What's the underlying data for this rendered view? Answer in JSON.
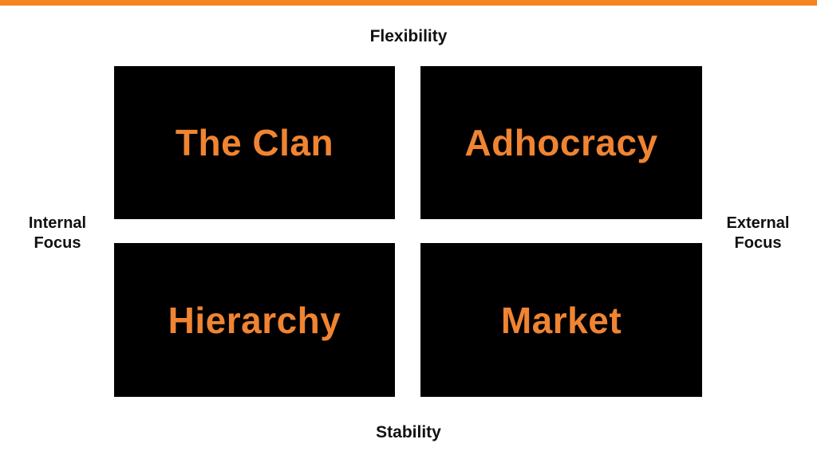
{
  "colors": {
    "accent_bar": "#F5831F",
    "quadrant_background": "#000000",
    "quadrant_text": "#EF8432",
    "axis_text": "#111111"
  },
  "axes": {
    "top": "Flexibility",
    "bottom": "Stability",
    "left": "Internal\nFocus",
    "right": "External\nFocus"
  },
  "quadrants": [
    {
      "id": "clan",
      "label": "The Clan"
    },
    {
      "id": "adhocracy",
      "label": "Adhocracy"
    },
    {
      "id": "hierarchy",
      "label": "Hierarchy"
    },
    {
      "id": "market",
      "label": "Market"
    }
  ]
}
